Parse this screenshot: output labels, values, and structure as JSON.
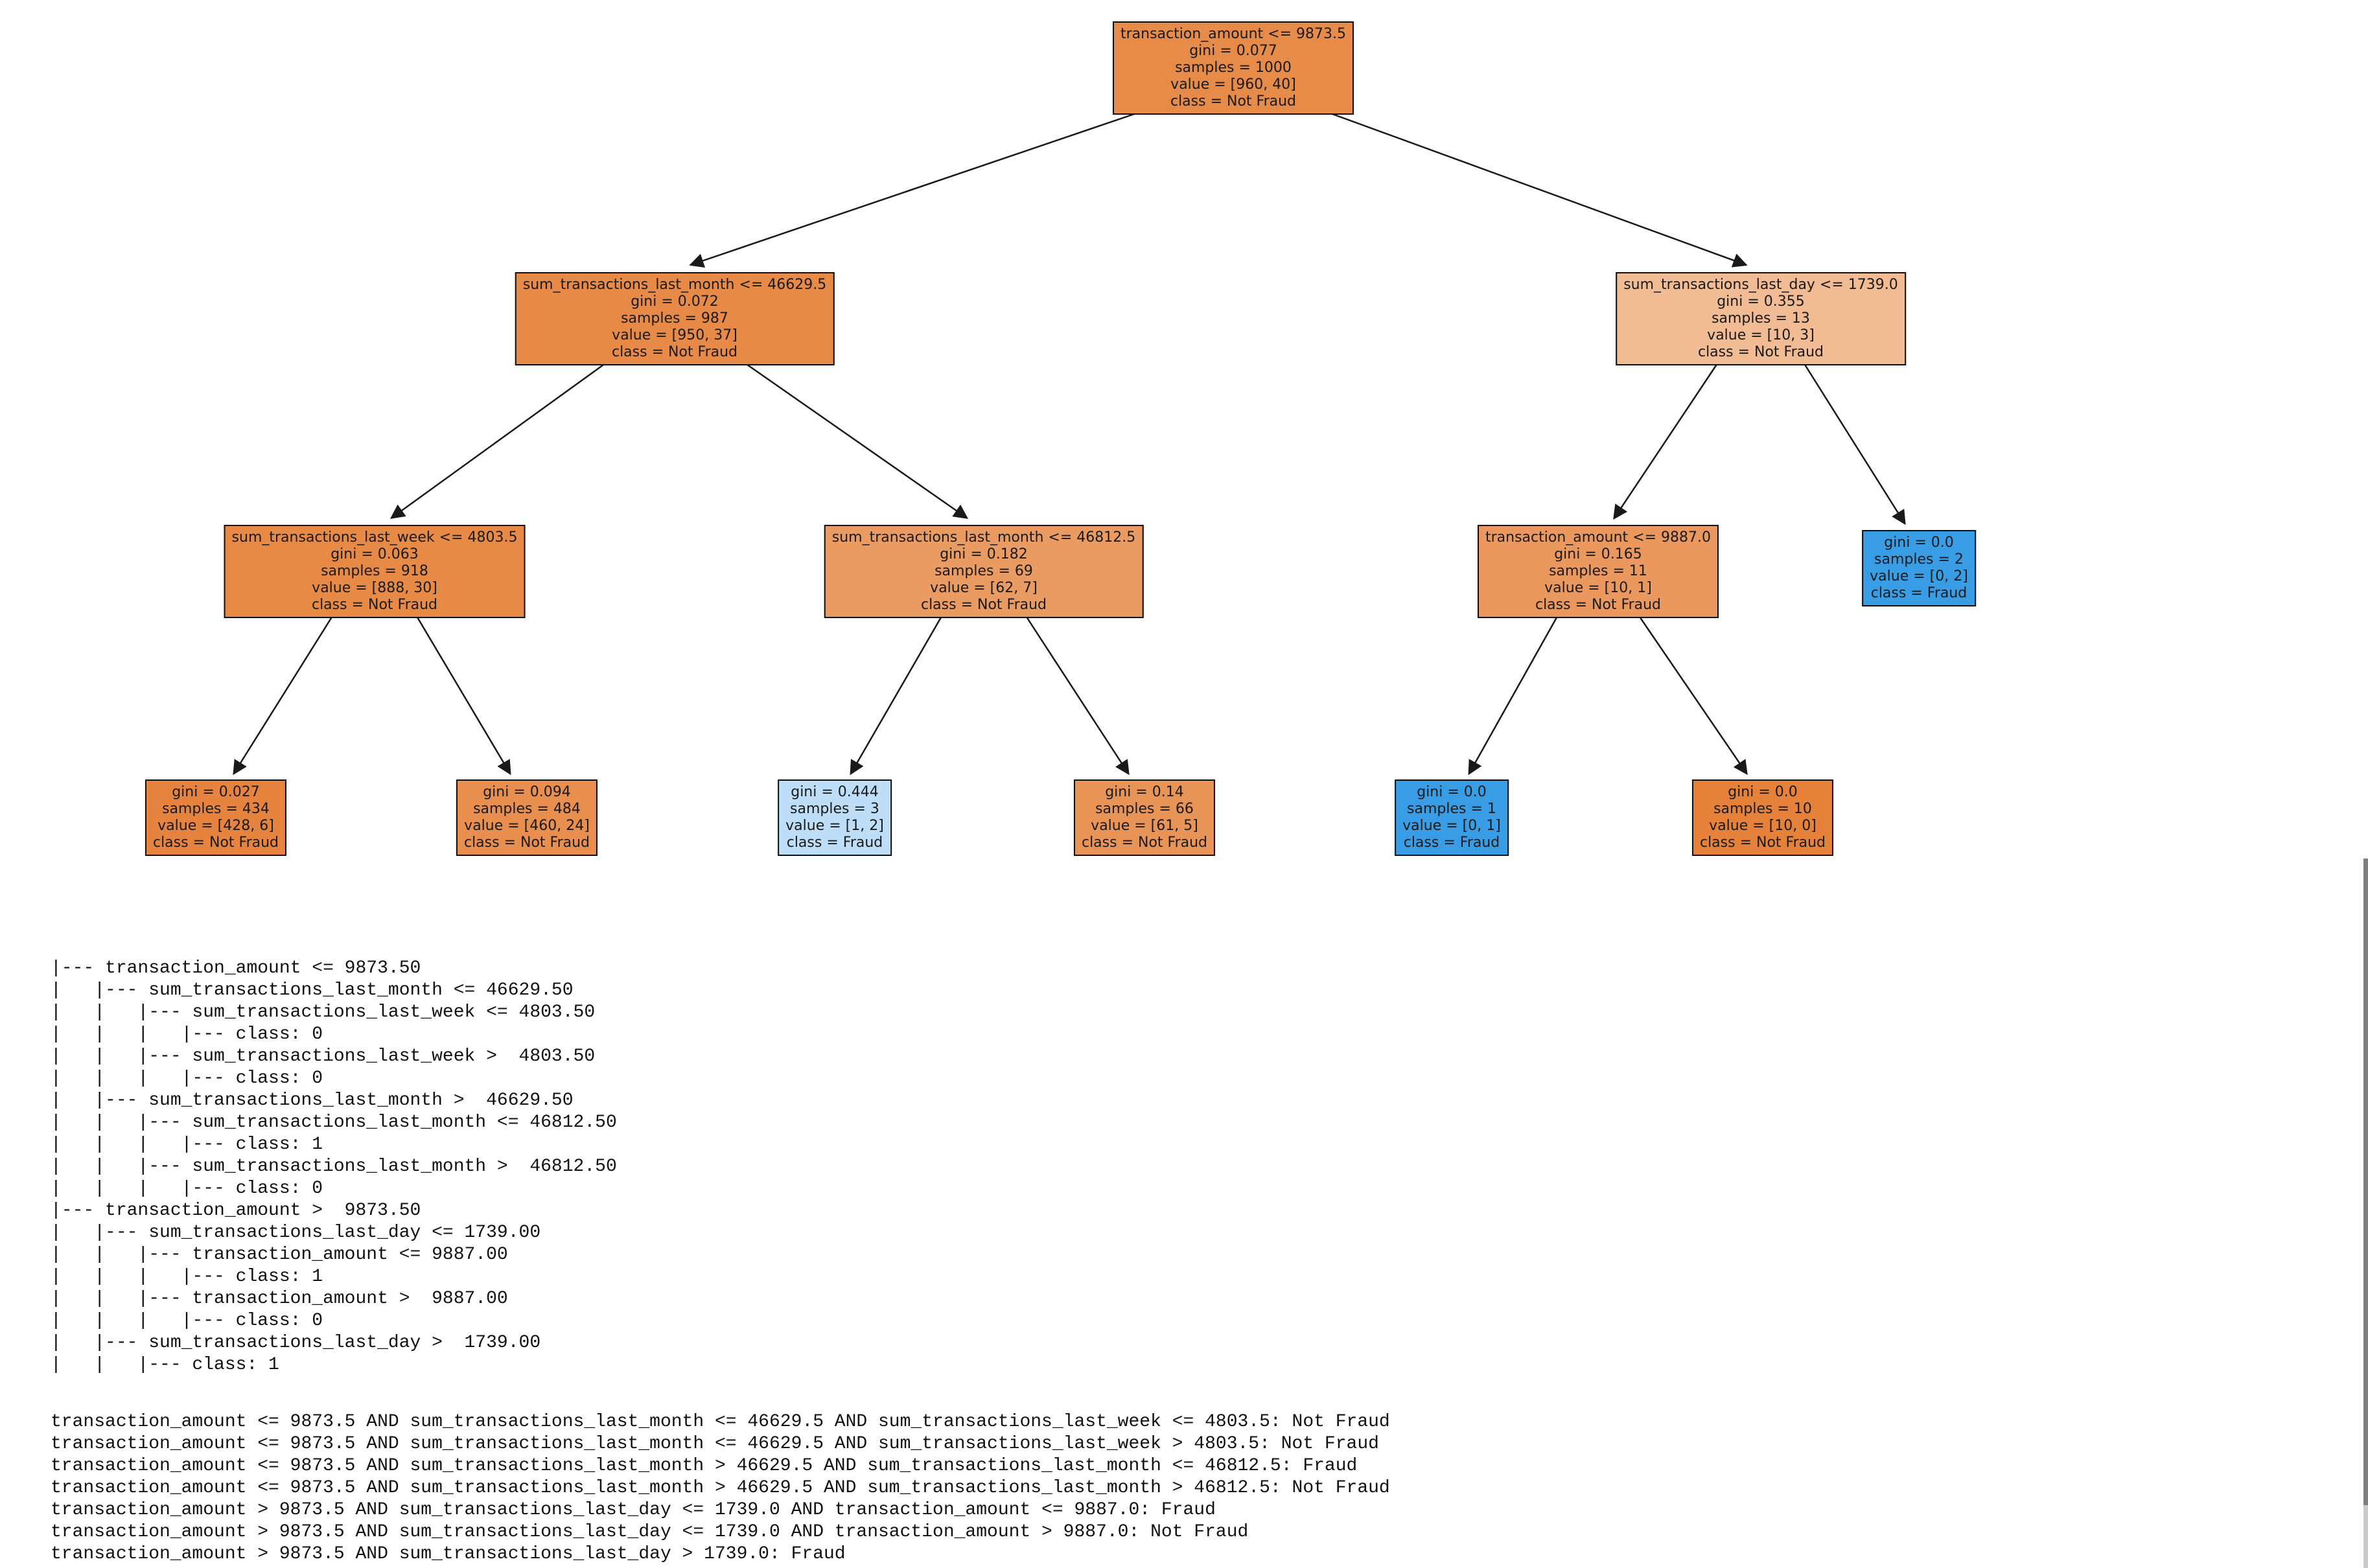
{
  "figure": {
    "type": "decision-tree",
    "class_labels": [
      "Not Fraud",
      "Fraud"
    ],
    "colors": {
      "not_fraud_strong": "#e58139",
      "fraud_strong": "#399de5",
      "edge": "#1a1a1a"
    },
    "nodes": {
      "n0": {
        "name": "root",
        "color": "#e78b49",
        "lines": [
          "transaction_amount <= 9873.5",
          "gini = 0.077",
          "samples = 1000",
          "value = [960, 40]",
          "class = Not Fraud"
        ]
      },
      "n1": {
        "name": "depth1-left",
        "color": "#e78a47",
        "lines": [
          "sum_transactions_last_month <= 46629.5",
          "gini = 0.072",
          "samples = 987",
          "value = [950, 37]",
          "class = Not Fraud"
        ]
      },
      "n2": {
        "name": "depth1-right",
        "color": "#f1bb94",
        "lines": [
          "sum_transactions_last_day <= 1739.0",
          "gini = 0.355",
          "samples = 13",
          "value = [10, 3]",
          "class = Not Fraud"
        ]
      },
      "n3": {
        "name": "depth2-1",
        "color": "#e78a46",
        "lines": [
          "sum_transactions_last_week <= 4803.5",
          "gini = 0.063",
          "samples = 918",
          "value = [888, 30]",
          "class = Not Fraud"
        ]
      },
      "n4": {
        "name": "depth2-2",
        "color": "#ea9b61",
        "lines": [
          "sum_transactions_last_month <= 46812.5",
          "gini = 0.182",
          "samples = 69",
          "value = [62, 7]",
          "class = Not Fraud"
        ]
      },
      "n5": {
        "name": "depth2-3",
        "color": "#ea985d",
        "lines": [
          "transaction_amount <= 9887.0",
          "gini = 0.165",
          "samples = 11",
          "value = [10, 1]",
          "class = Not Fraud"
        ]
      },
      "n6": {
        "name": "depth2-leaf-fraud",
        "color": "#399de5",
        "lines": [
          "gini = 0.0",
          "samples = 2",
          "value = [0, 2]",
          "class = Fraud"
        ]
      },
      "n7": {
        "name": "leaf-1",
        "color": "#e6843f",
        "lines": [
          "gini = 0.027",
          "samples = 434",
          "value = [428, 6]",
          "class = Not Fraud"
        ]
      },
      "n8": {
        "name": "leaf-2",
        "color": "#e88e4e",
        "lines": [
          "gini = 0.094",
          "samples = 484",
          "value = [460, 24]",
          "class = Not Fraud"
        ]
      },
      "n9": {
        "name": "leaf-3",
        "color": "#bddef6",
        "lines": [
          "gini = 0.444",
          "samples = 3",
          "value = [1, 2]",
          "class = Fraud"
        ]
      },
      "n10": {
        "name": "leaf-4",
        "color": "#e99457",
        "lines": [
          "gini = 0.14",
          "samples = 66",
          "value = [61, 5]",
          "class = Not Fraud"
        ]
      },
      "n11": {
        "name": "leaf-5",
        "color": "#399de5",
        "lines": [
          "gini = 0.0",
          "samples = 1",
          "value = [0, 1]",
          "class = Fraud"
        ]
      },
      "n12": {
        "name": "leaf-6",
        "color": "#e58139",
        "lines": [
          "gini = 0.0",
          "samples = 10",
          "value = [10, 0]",
          "class = Not Fraud"
        ]
      }
    }
  },
  "console": {
    "tree_text": [
      "|--- transaction_amount <= 9873.50",
      "|   |--- sum_transactions_last_month <= 46629.50",
      "|   |   |--- sum_transactions_last_week <= 4803.50",
      "|   |   |   |--- class: 0",
      "|   |   |--- sum_transactions_last_week >  4803.50",
      "|   |   |   |--- class: 0",
      "|   |--- sum_transactions_last_month >  46629.50",
      "|   |   |--- sum_transactions_last_month <= 46812.50",
      "|   |   |   |--- class: 1",
      "|   |   |--- sum_transactions_last_month >  46812.50",
      "|   |   |   |--- class: 0",
      "|--- transaction_amount >  9873.50",
      "|   |--- sum_transactions_last_day <= 1739.00",
      "|   |   |--- transaction_amount <= 9887.00",
      "|   |   |   |--- class: 1",
      "|   |   |--- transaction_amount >  9887.00",
      "|   |   |   |--- class: 0",
      "|   |--- sum_transactions_last_day >  1739.00",
      "|   |   |--- class: 1"
    ],
    "rules": [
      "transaction_amount <= 9873.5 AND sum_transactions_last_month <= 46629.5 AND sum_transactions_last_week <= 4803.5: Not Fraud",
      "transaction_amount <= 9873.5 AND sum_transactions_last_month <= 46629.5 AND sum_transactions_last_week > 4803.5: Not Fraud",
      "transaction_amount <= 9873.5 AND sum_transactions_last_month > 46629.5 AND sum_transactions_last_month <= 46812.5: Fraud",
      "transaction_amount <= 9873.5 AND sum_transactions_last_month > 46629.5 AND sum_transactions_last_month > 46812.5: Not Fraud",
      "transaction_amount > 9873.5 AND sum_transactions_last_day <= 1739.0 AND transaction_amount <= 9887.0: Fraud",
      "transaction_amount > 9873.5 AND sum_transactions_last_day <= 1739.0 AND transaction_amount > 9887.0: Not Fraud",
      "transaction_amount > 9873.5 AND sum_transactions_last_day > 1739.0: Fraud"
    ]
  }
}
